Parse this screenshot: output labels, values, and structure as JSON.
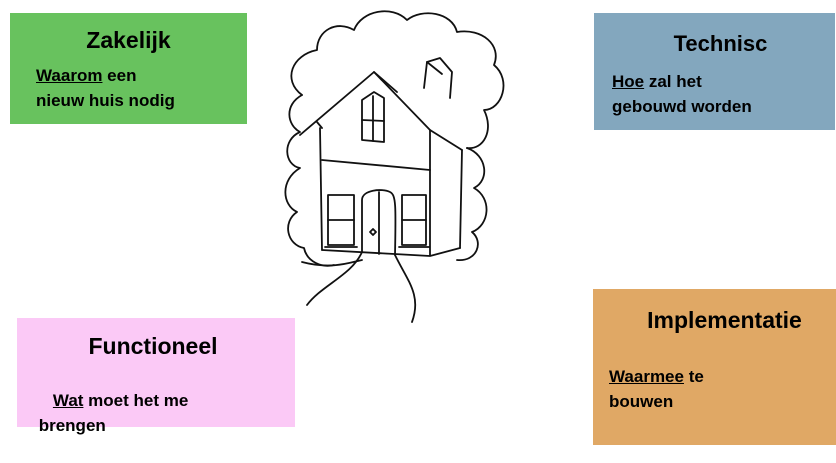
{
  "zakelijk": {
    "title": "Zakelijk",
    "keyword": "Waarom",
    "rest1": " een",
    "line2": "nieuw huis nodig"
  },
  "technisch": {
    "title": "Technisc",
    "keyword": "Hoe",
    "rest1": " zal het",
    "line2": "gebouwd worden"
  },
  "functioneel": {
    "title": "Functioneel",
    "keyword": "Wat",
    "rest1": " moet het me",
    "line2": " brengen"
  },
  "implementatie": {
    "title": "Implementatie",
    "keyword": "Waarmee",
    "rest1": " te",
    "line2": "bouwen"
  },
  "colors": {
    "zakelijk": "#68c25e",
    "technisch": "#83a7be",
    "functioneel": "#fbc9f6",
    "implementatie": "#e0a865"
  },
  "illustration": "house-sketch"
}
